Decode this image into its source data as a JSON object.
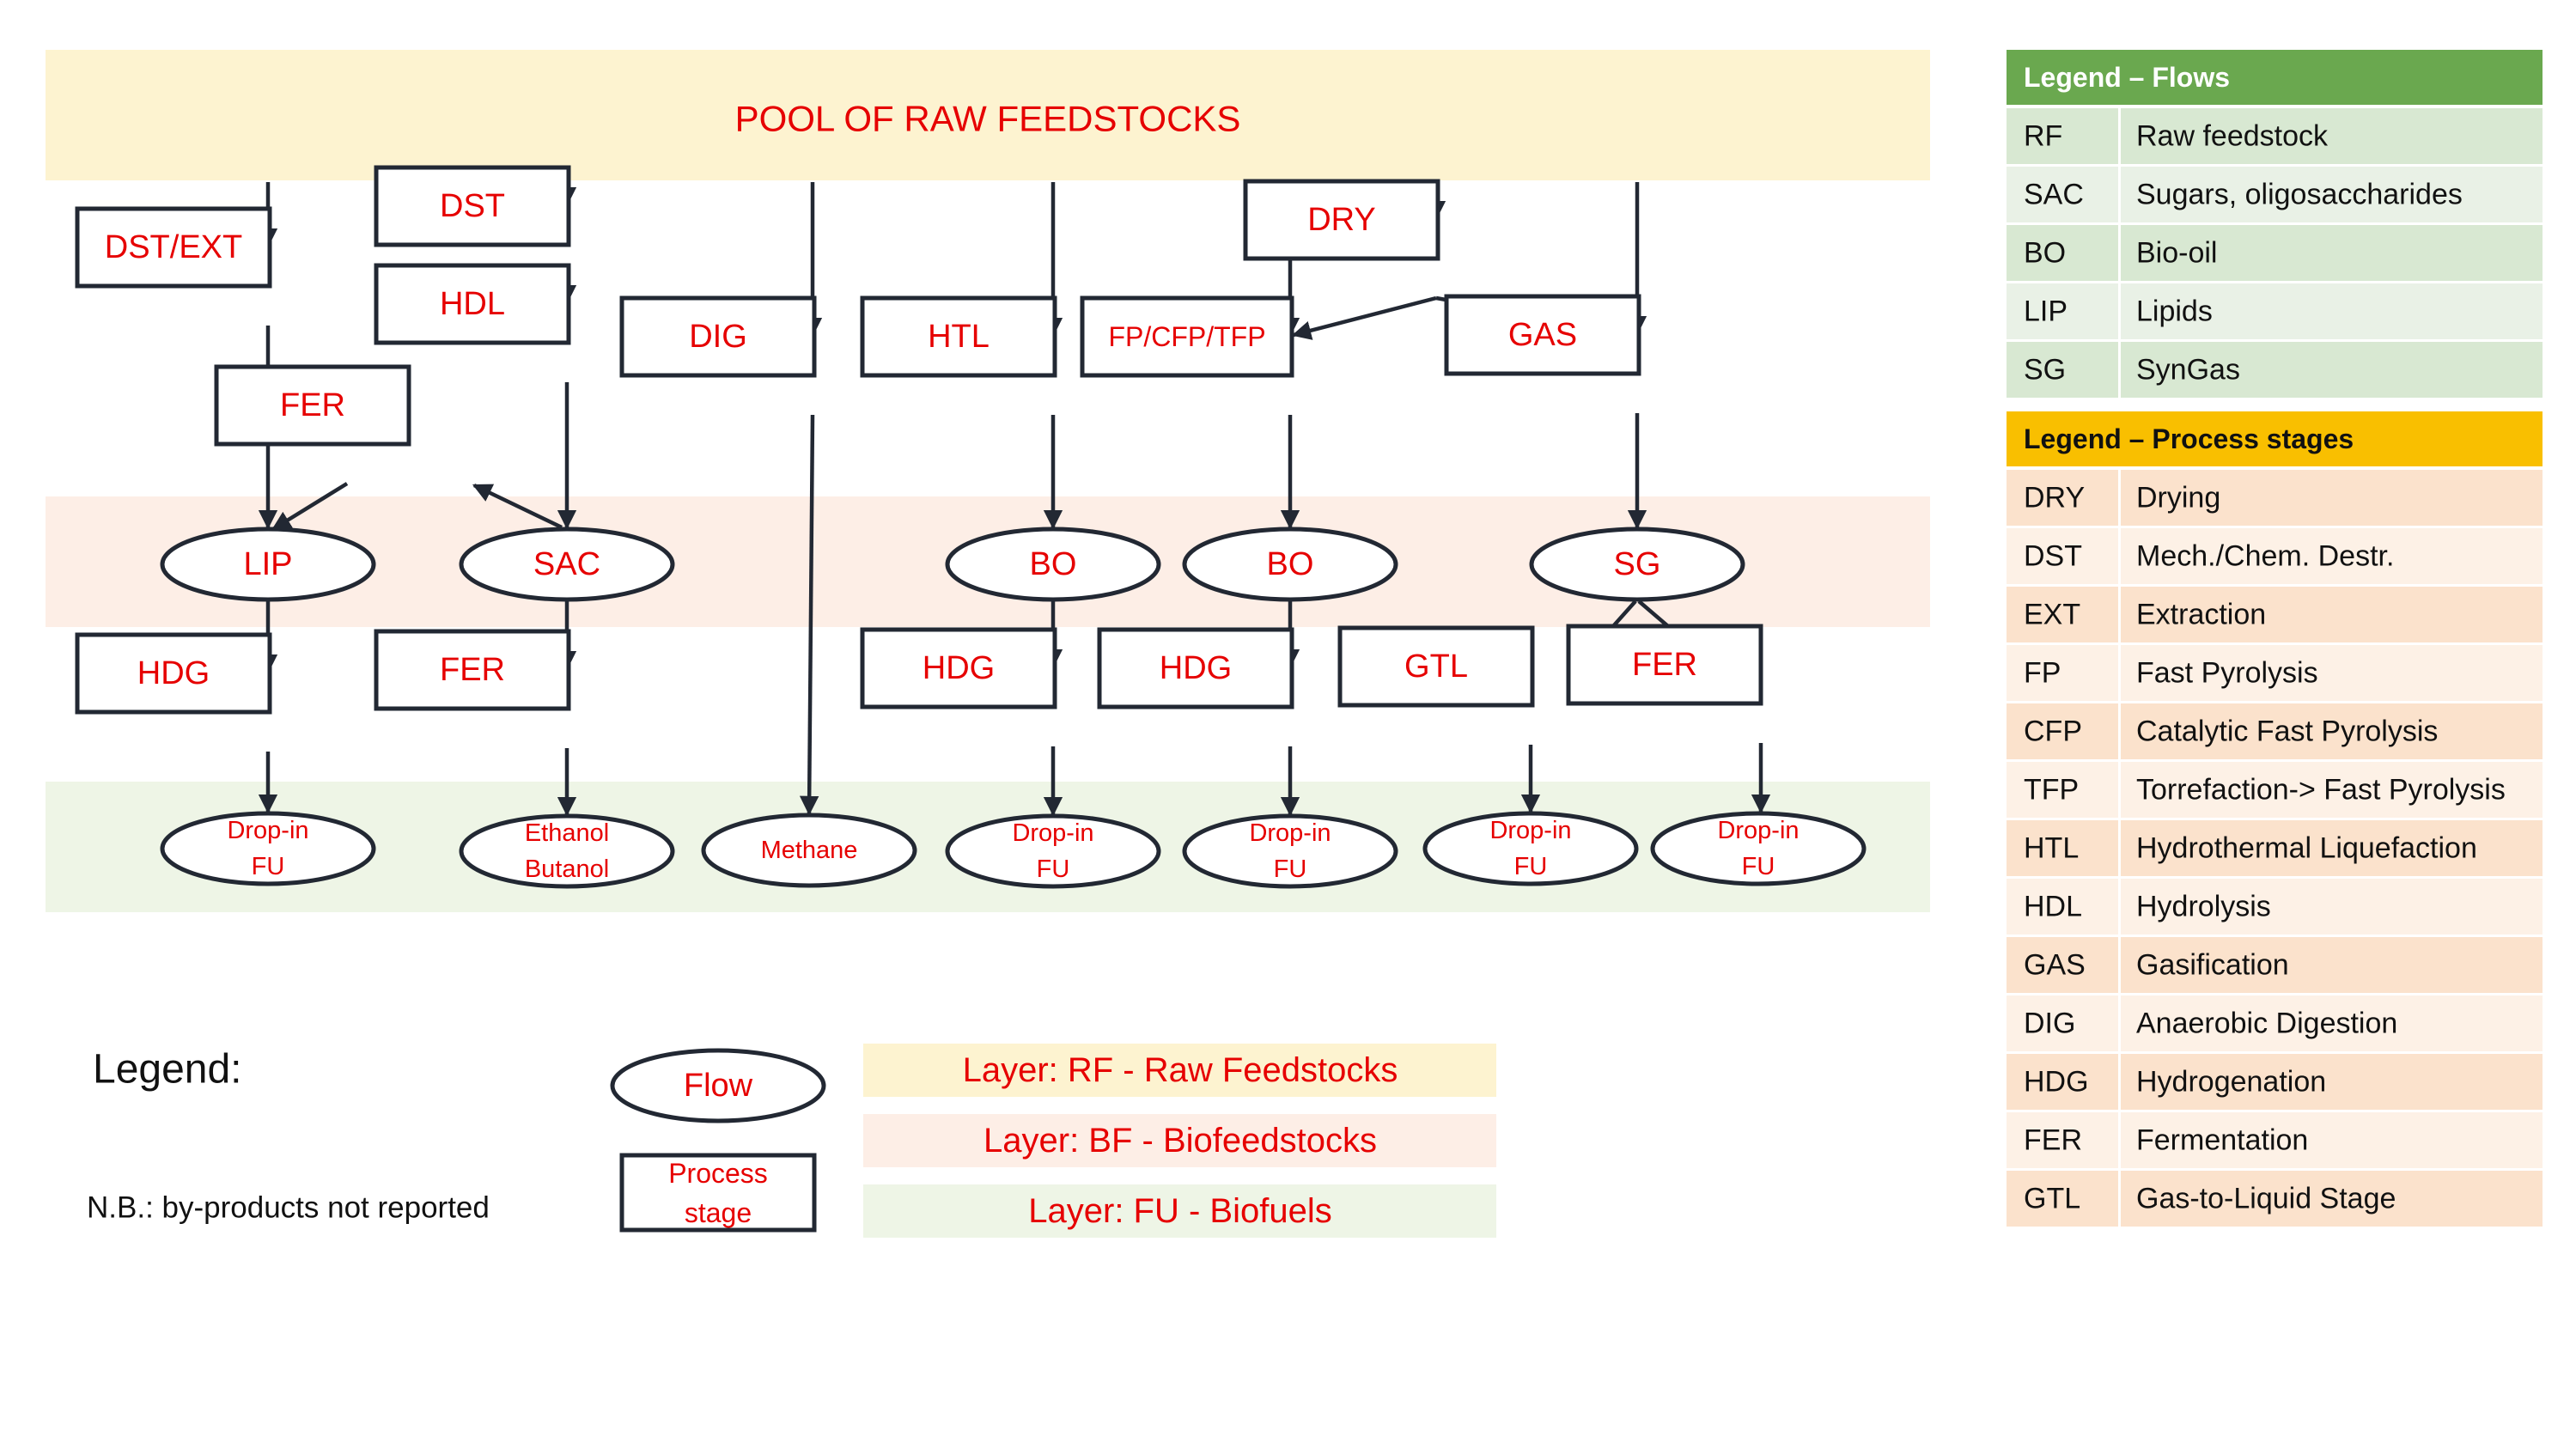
{
  "diagram": {
    "title": "POOL OF RAW FEEDSTOCKS",
    "process_boxes": [
      {
        "id": "dst-ext",
        "label": "DST/EXT"
      },
      {
        "id": "dst",
        "label": "DST"
      },
      {
        "id": "hdl",
        "label": "HDL"
      },
      {
        "id": "fer-top",
        "label": "FER"
      },
      {
        "id": "dig",
        "label": "DIG"
      },
      {
        "id": "htl",
        "label": "HTL"
      },
      {
        "id": "fp",
        "label": "FP/CFP/TFP"
      },
      {
        "id": "dry",
        "label": "DRY"
      },
      {
        "id": "gas",
        "label": "GAS"
      },
      {
        "id": "hdg1",
        "label": "HDG"
      },
      {
        "id": "fer2",
        "label": "FER"
      },
      {
        "id": "hdg2",
        "label": "HDG"
      },
      {
        "id": "hdg3",
        "label": "HDG"
      },
      {
        "id": "gtl",
        "label": "GTL"
      },
      {
        "id": "fer3",
        "label": "FER"
      }
    ],
    "flow_ovals": [
      {
        "id": "lip",
        "lines": [
          "LIP"
        ]
      },
      {
        "id": "sac",
        "lines": [
          "SAC"
        ]
      },
      {
        "id": "bo1",
        "lines": [
          "BO"
        ]
      },
      {
        "id": "bo2",
        "lines": [
          "BO"
        ]
      },
      {
        "id": "sg",
        "lines": [
          "SG"
        ]
      },
      {
        "id": "fu1",
        "lines": [
          "Drop-in",
          "FU"
        ]
      },
      {
        "id": "eth",
        "lines": [
          "Ethanol",
          "Butanol"
        ]
      },
      {
        "id": "meth",
        "lines": [
          "Methane"
        ]
      },
      {
        "id": "fu2",
        "lines": [
          "Drop-in",
          "FU"
        ]
      },
      {
        "id": "fu3",
        "lines": [
          "Drop-in",
          "FU"
        ]
      },
      {
        "id": "fu4",
        "lines": [
          "Drop-in",
          "FU"
        ]
      },
      {
        "id": "fu5",
        "lines": [
          "Drop-in",
          "FU"
        ]
      }
    ],
    "edges": [
      [
        "pool",
        "dst-ext"
      ],
      [
        "pool",
        "dst"
      ],
      [
        "dst",
        "hdl"
      ],
      [
        "pool",
        "dig"
      ],
      [
        "pool",
        "htl"
      ],
      [
        "pool",
        "fp"
      ],
      [
        "pool",
        "dry"
      ],
      [
        "pool",
        "gas"
      ],
      [
        "dry",
        "fp"
      ],
      [
        "dry",
        "gas"
      ],
      [
        "dst-ext",
        "lip"
      ],
      [
        "fer-top",
        "lip"
      ],
      [
        "sac",
        "fer-top"
      ],
      [
        "hdl",
        "sac"
      ],
      [
        "htl",
        "bo1"
      ],
      [
        "fp",
        "bo2"
      ],
      [
        "gas",
        "sg"
      ],
      [
        "lip",
        "hdg1"
      ],
      [
        "sac",
        "fer2"
      ],
      [
        "bo1",
        "hdg2"
      ],
      [
        "bo2",
        "hdg3"
      ],
      [
        "sg",
        "gtl"
      ],
      [
        "sg",
        "fer3"
      ],
      [
        "hdg1",
        "fu1"
      ],
      [
        "fer2",
        "eth"
      ],
      [
        "dig",
        "meth"
      ],
      [
        "hdg2",
        "fu2"
      ],
      [
        "hdg3",
        "fu3"
      ],
      [
        "gtl",
        "fu4"
      ],
      [
        "fer3",
        "fu5"
      ]
    ]
  },
  "colors": {
    "layer_rf": "#fdf3d0",
    "layer_bf": "#fdeee6",
    "layer_fu": "#eef5e6",
    "label_red": "#e60000",
    "flows_header": "#6aa84f",
    "stages_header": "#f9bf00",
    "flows_row_a": "#d8e8d2",
    "flows_row_b": "#e9f1e6",
    "stages_row_a": "#fbe2cc",
    "stages_row_b": "#fdf1e6"
  },
  "legend": {
    "title": "Legend:",
    "note": "N.B.: by-products not reported",
    "flow_label": "Flow",
    "process_label_lines": [
      "Process",
      "stage"
    ],
    "layers": [
      {
        "text": "Layer: RF - Raw Feedstocks"
      },
      {
        "text": "Layer: BF - Biofeedstocks"
      },
      {
        "text": "Layer: FU - Biofuels"
      }
    ]
  },
  "flows_table": {
    "header": "Legend – Flows",
    "rows": [
      {
        "code": "RF",
        "desc": "Raw feedstock"
      },
      {
        "code": "SAC",
        "desc": "Sugars, oligosaccharides"
      },
      {
        "code": "BO",
        "desc": "Bio-oil"
      },
      {
        "code": "LIP",
        "desc": "Lipids"
      },
      {
        "code": "SG",
        "desc": "SynGas"
      }
    ]
  },
  "stages_table": {
    "header": "Legend – Process stages",
    "rows": [
      {
        "code": "DRY",
        "desc": "Drying"
      },
      {
        "code": "DST",
        "desc": "Mech./Chem. Destr."
      },
      {
        "code": "EXT",
        "desc": "Extraction"
      },
      {
        "code": "FP",
        "desc": "Fast Pyrolysis"
      },
      {
        "code": "CFP",
        "desc": "Catalytic Fast Pyrolysis"
      },
      {
        "code": "TFP",
        "desc": "Torrefaction-> Fast Pyrolysis"
      },
      {
        "code": "HTL",
        "desc": "Hydrothermal Liquefaction"
      },
      {
        "code": "HDL",
        "desc": "Hydrolysis"
      },
      {
        "code": "GAS",
        "desc": "Gasification"
      },
      {
        "code": "DIG",
        "desc": "Anaerobic Digestion"
      },
      {
        "code": "HDG",
        "desc": "Hydrogenation"
      },
      {
        "code": "FER",
        "desc": "Fermentation"
      },
      {
        "code": "GTL",
        "desc": "Gas-to-Liquid Stage"
      }
    ]
  }
}
